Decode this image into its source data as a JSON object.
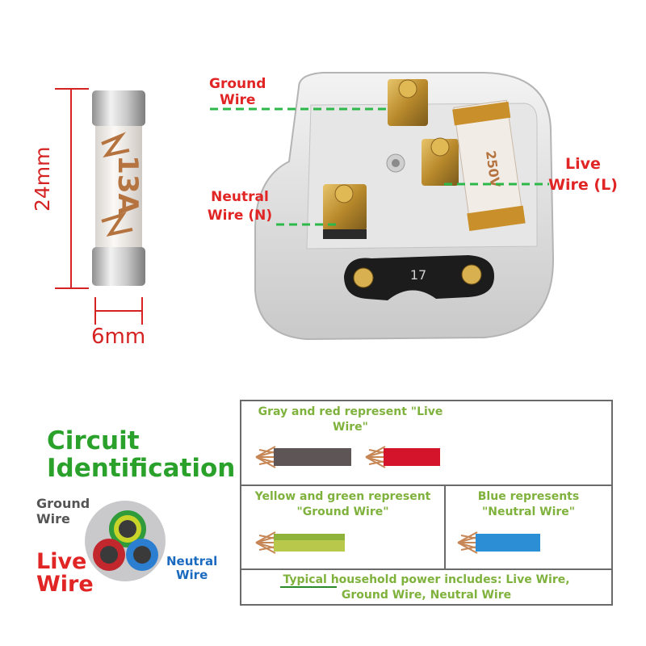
{
  "fuse": {
    "height_label": "24mm",
    "width_label": "6mm",
    "rating_text": "13A"
  },
  "plug": {
    "ground_label": [
      "Ground",
      "Wire"
    ],
    "neutral_label": [
      "Neutral",
      "Wire (N)"
    ],
    "live_label": [
      "Live",
      "Wire (L)"
    ],
    "clamp_number": "17",
    "fuse_text": "250V"
  },
  "circuit": {
    "title": [
      "Circuit",
      "Identification"
    ],
    "ground_label": [
      "Ground",
      "Wire"
    ],
    "live_label": [
      "Live",
      "Wire"
    ],
    "neutral_label": [
      "Neutral",
      "Wire"
    ]
  },
  "table": {
    "live_text": [
      "Gray and red represent \"Live",
      "Wire\""
    ],
    "ground_text": [
      "Yellow and green represent",
      "\"Ground Wire\""
    ],
    "neutral_text": [
      "Blue represents",
      "\"Neutral Wire\""
    ],
    "footer_text": [
      "Typical household power includes: Live Wire,",
      "Ground Wire, Neutral Wire"
    ]
  },
  "colors": {
    "label_red": "#e12424",
    "title_green": "#2aa12a",
    "cell_green": "#7fb23c",
    "neutral_blue": "#1a6bbf",
    "gray_wire": "#5e5556",
    "red_wire": "#d4142a",
    "yellow_green_wire": "#b8c84a",
    "blue_wire": "#2c8fd6"
  }
}
